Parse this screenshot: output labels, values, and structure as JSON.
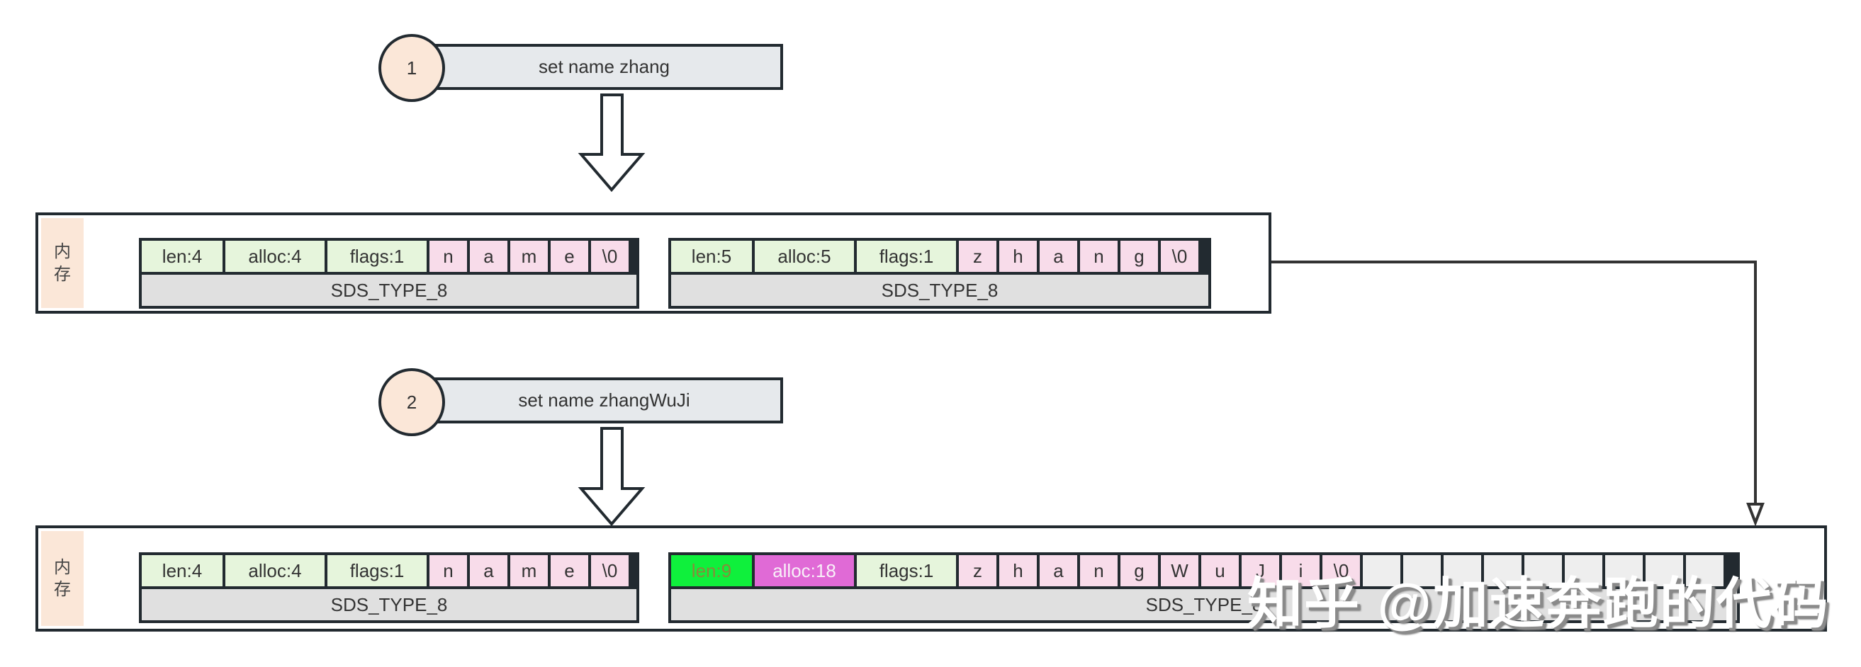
{
  "steps": [
    {
      "number": "1",
      "command": "set name zhang"
    },
    {
      "number": "2",
      "command": "set name zhangWuJi"
    }
  ],
  "memory_label": [
    "内",
    "存"
  ],
  "memory_states": [
    {
      "structs": [
        {
          "type": "SDS_TYPE_8",
          "header": [
            {
              "label": "len:4",
              "style": "normal"
            },
            {
              "label": "alloc:4",
              "style": "normal"
            },
            {
              "label": "flags:1",
              "style": "normal"
            }
          ],
          "buf": [
            "n",
            "a",
            "m",
            "e",
            "\\0"
          ],
          "free_slots": 0
        },
        {
          "type": "SDS_TYPE_8",
          "header": [
            {
              "label": "len:5",
              "style": "normal"
            },
            {
              "label": "alloc:5",
              "style": "normal"
            },
            {
              "label": "flags:1",
              "style": "normal"
            }
          ],
          "buf": [
            "z",
            "h",
            "a",
            "n",
            "g",
            "\\0"
          ],
          "free_slots": 0
        }
      ]
    },
    {
      "structs": [
        {
          "type": "SDS_TYPE_8",
          "header": [
            {
              "label": "len:4",
              "style": "normal"
            },
            {
              "label": "alloc:4",
              "style": "normal"
            },
            {
              "label": "flags:1",
              "style": "normal"
            }
          ],
          "buf": [
            "n",
            "a",
            "m",
            "e",
            "\\0"
          ],
          "free_slots": 0
        },
        {
          "type": "SDS_TYPE_8",
          "header": [
            {
              "label": "len:9",
              "style": "highlight-len"
            },
            {
              "label": "alloc:18",
              "style": "highlight-alloc"
            },
            {
              "label": "flags:1",
              "style": "normal"
            }
          ],
          "buf": [
            "z",
            "h",
            "a",
            "n",
            "g",
            "W",
            "u",
            "J",
            "i",
            "\\0"
          ],
          "free_slots": 9
        }
      ]
    }
  ],
  "colors": {
    "header_cell": "#e6f5dc",
    "char_cell": "#f8dcea",
    "free_cell": "#eeeeee",
    "type_bar": "#e0e0e0",
    "highlight_len": "#0ff03c",
    "highlight_alloc": "#e06ad6",
    "step_circle": "#fbe7d8",
    "command_bar": "#e6e9ec"
  },
  "watermark": "知乎 @加速奔跑的代码"
}
